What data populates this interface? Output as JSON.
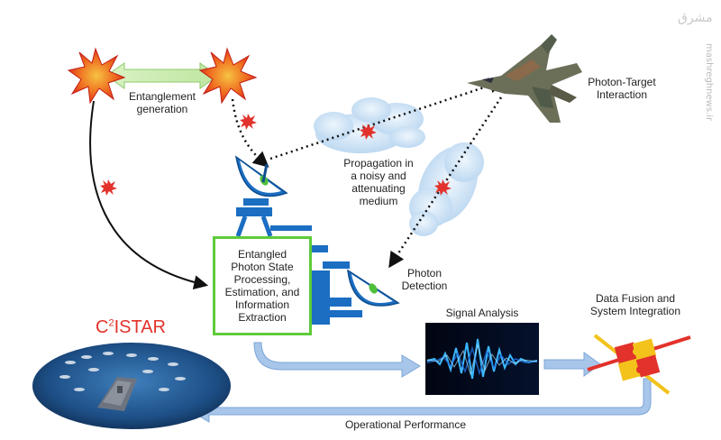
{
  "labels": {
    "entanglement": [
      "Entanglement",
      "generation"
    ],
    "photon_target": [
      "Photon-Target",
      "Interaction"
    ],
    "propagation": [
      "Propagation in",
      "a noisy and",
      "attenuating",
      "medium"
    ],
    "photon_detection": [
      "Photon",
      "Detection"
    ],
    "processing": [
      "Entangled",
      "Photon State",
      "Processing,",
      "Estimation, and",
      "Information",
      "Extraction"
    ],
    "signal_analysis": "Signal Analysis",
    "data_fusion": [
      "Data Fusion and",
      "System Integration"
    ],
    "c2istar_prefix": "C",
    "c2istar_sup": "2",
    "c2istar_suffix": "ISTAR",
    "operational_performance": "Operational Performance"
  },
  "watermark": {
    "text": "mashreghnews.ir",
    "logo": "مشرق"
  },
  "colors": {
    "arrow_blue": "#9fbfe6",
    "box_green": "#5ecb3a",
    "burst_red": "#e2322b",
    "burst_orange": "#f39a1d",
    "cloud": "#cfe3f5",
    "c2istar_red": "#e2322b"
  },
  "icons": [
    "starburst-icon",
    "satellite-dish-icon",
    "fighter-jet-icon",
    "cloud-icon",
    "puzzle-icon",
    "aircraft-carrier-icon",
    "waveform-icon"
  ]
}
